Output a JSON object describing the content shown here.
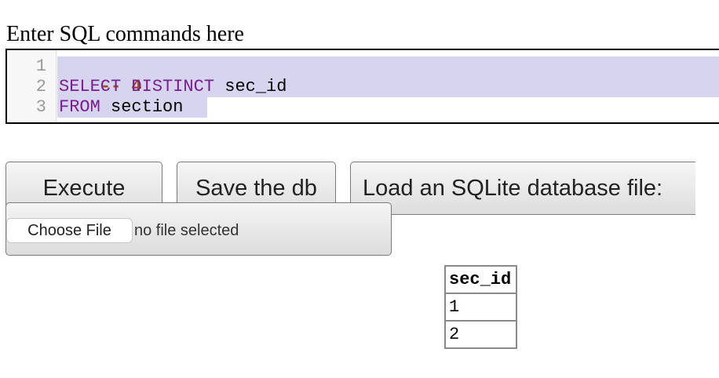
{
  "heading": "Enter SQL commands here",
  "editor": {
    "line_numbers": [
      "1",
      "2",
      "3"
    ],
    "lines": [
      [
        {
          "text": "-- 4",
          "type": "comment"
        }
      ],
      [
        {
          "text": "SELECT",
          "type": "keyword"
        },
        {
          "text": " ",
          "type": "plain"
        },
        {
          "text": "DISTINCT",
          "type": "keyword"
        },
        {
          "text": " sec_id",
          "type": "plain"
        }
      ],
      [
        {
          "text": "FROM",
          "type": "keyword"
        },
        {
          "text": " section",
          "type": "plain"
        }
      ]
    ],
    "selection_color": "#d7d4f0",
    "comment_color": "#a0501c",
    "keyword_color": "#7a1f8f"
  },
  "toolbar": {
    "execute_label": "Execute",
    "save_label": "Save the db",
    "load_label": "Load an SQLite database file:"
  },
  "file_input": {
    "choose_label": "Choose File",
    "status": "no file selected"
  },
  "results": {
    "columns": [
      "sec_id"
    ],
    "rows": [
      [
        "1"
      ],
      [
        "2"
      ]
    ]
  }
}
